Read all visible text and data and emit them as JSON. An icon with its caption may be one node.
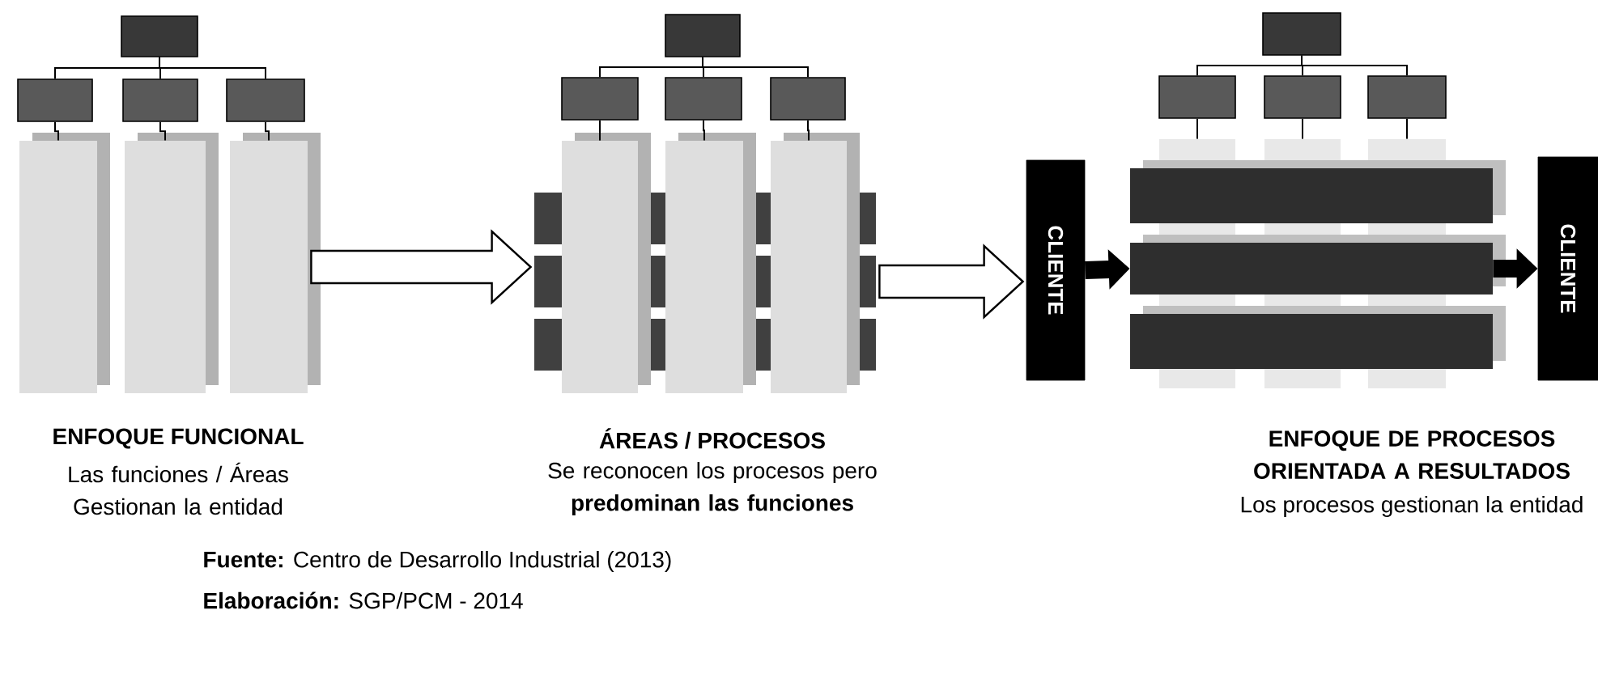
{
  "diagram": {
    "nodes": [
      {
        "text": [],
        "shape": "box"
      },
      {
        "text": [],
        "shape": "box"
      },
      {
        "text": [],
        "shape": "box"
      },
      {
        "text": [],
        "shape": "box"
      },
      {
        "text": [],
        "shape": "bar"
      },
      {
        "text": [],
        "shape": "bar"
      },
      {
        "text": [],
        "shape": "bar"
      },
      {
        "text": [],
        "shape": "box"
      },
      {
        "text": [],
        "shape": "box"
      },
      {
        "text": [],
        "shape": "box"
      },
      {
        "text": [],
        "shape": "box"
      },
      {
        "text": [],
        "shape": "bar"
      },
      {
        "text": [],
        "shape": "bar"
      },
      {
        "text": [],
        "shape": "bar"
      },
      {
        "text": [],
        "shape": "bar"
      },
      {
        "text": [],
        "shape": "bar"
      },
      {
        "text": [],
        "shape": "bar"
      },
      {
        "text": [],
        "shape": "box"
      },
      {
        "text": [],
        "shape": "box"
      },
      {
        "text": [],
        "shape": "box"
      },
      {
        "text": [],
        "shape": "box"
      },
      {
        "text": [],
        "shape": "bar"
      },
      {
        "text": [],
        "shape": "bar"
      },
      {
        "text": [],
        "shape": "bar"
      },
      {
        "text": [
          "CLIENTE"
        ]
      },
      {
        "text": [],
        "shape": "bar"
      },
      {
        "text": [],
        "shape": "bar"
      },
      {
        "text": [],
        "shape": "bar"
      },
      {
        "text": [
          "CLIENTE"
        ]
      }
    ],
    "edges": [
      {
        "from": 0,
        "to": 1,
        "arrow": "none"
      },
      {
        "from": 0,
        "to": 2,
        "arrow": "none"
      },
      {
        "from": 0,
        "to": 3,
        "arrow": "none"
      },
      {
        "from": 1,
        "to": 4,
        "arrow": "none"
      },
      {
        "from": 2,
        "to": 5,
        "arrow": "none"
      },
      {
        "from": 3,
        "to": 6,
        "arrow": "none"
      },
      {
        "from": 7,
        "to": 8,
        "arrow": "none"
      },
      {
        "from": 7,
        "to": 9,
        "arrow": "none"
      },
      {
        "from": 7,
        "to": 10,
        "arrow": "none"
      },
      {
        "from": 8,
        "to": 14,
        "arrow": "none"
      },
      {
        "from": 9,
        "to": 15,
        "arrow": "none"
      },
      {
        "from": 10,
        "to": 16,
        "arrow": "none"
      },
      {
        "from": 17,
        "to": 18,
        "arrow": "none"
      },
      {
        "from": 17,
        "to": 19,
        "arrow": "none"
      },
      {
        "from": 17,
        "to": 20,
        "arrow": "none"
      },
      {
        "from": 18,
        "to": 21,
        "arrow": "none"
      },
      {
        "from": 19,
        "to": 22,
        "arrow": "none"
      },
      {
        "from": 20,
        "to": 23,
        "arrow": "none"
      },
      {
        "from": 6,
        "to": 12,
        "arrow": "to"
      },
      {
        "from": 12,
        "to": 24,
        "arrow": "to"
      },
      {
        "from": 24,
        "to": 26,
        "arrow": "to",
        "style": "thick"
      },
      {
        "from": 26,
        "to": 28,
        "arrow": "to",
        "style": "thick"
      }
    ],
    "labels": [
      "ENFOQUE FUNCIONAL",
      "Las funciones / Áreas Gestionan la entidad",
      "ÁREAS / PROCESOS",
      "Se reconocen los procesos pero **predominan las funciones**",
      "ENFOQUE DE PROCESOS ORIENTADA A RESULTADOS",
      "Los procesos gestionan la entidad",
      "**Fuente:** Centro de Desarrollo Industrial (2013)",
      "**Elaboración:** SGP/PCM - 2014"
    ]
  }
}
